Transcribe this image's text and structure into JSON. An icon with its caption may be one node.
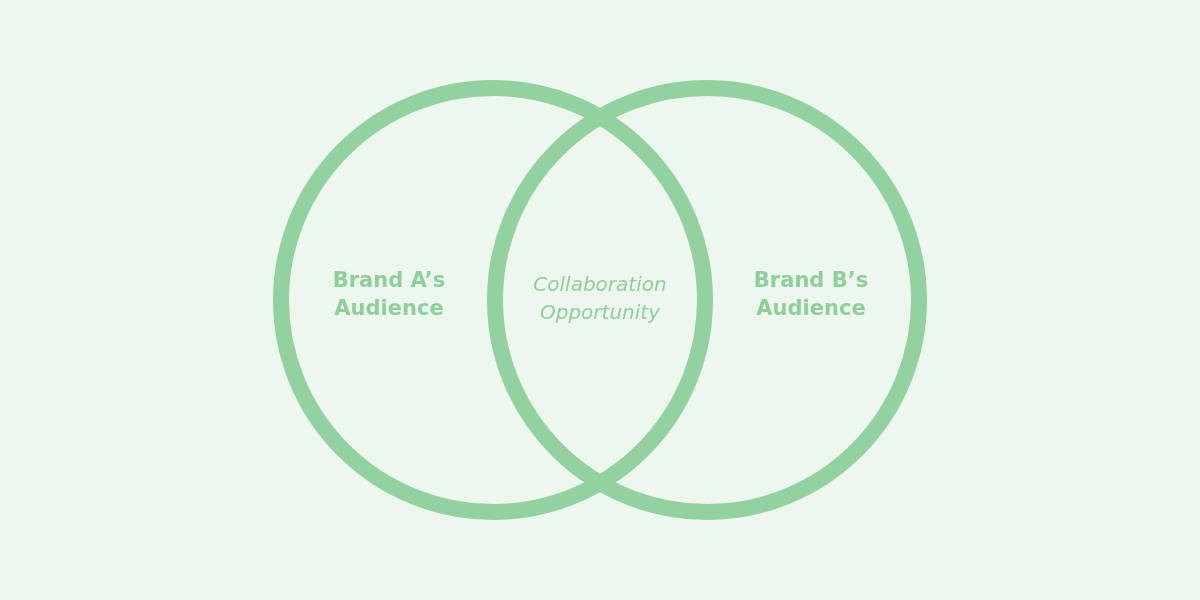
{
  "diagram": {
    "nodes": [
      {
        "text": [
          "Brand A’s Audience"
        ]
      },
      {
        "text": [
          "Brand B’s Audience"
        ]
      }
    ],
    "labels": [
      "Collaboration Opportunity"
    ]
  }
}
